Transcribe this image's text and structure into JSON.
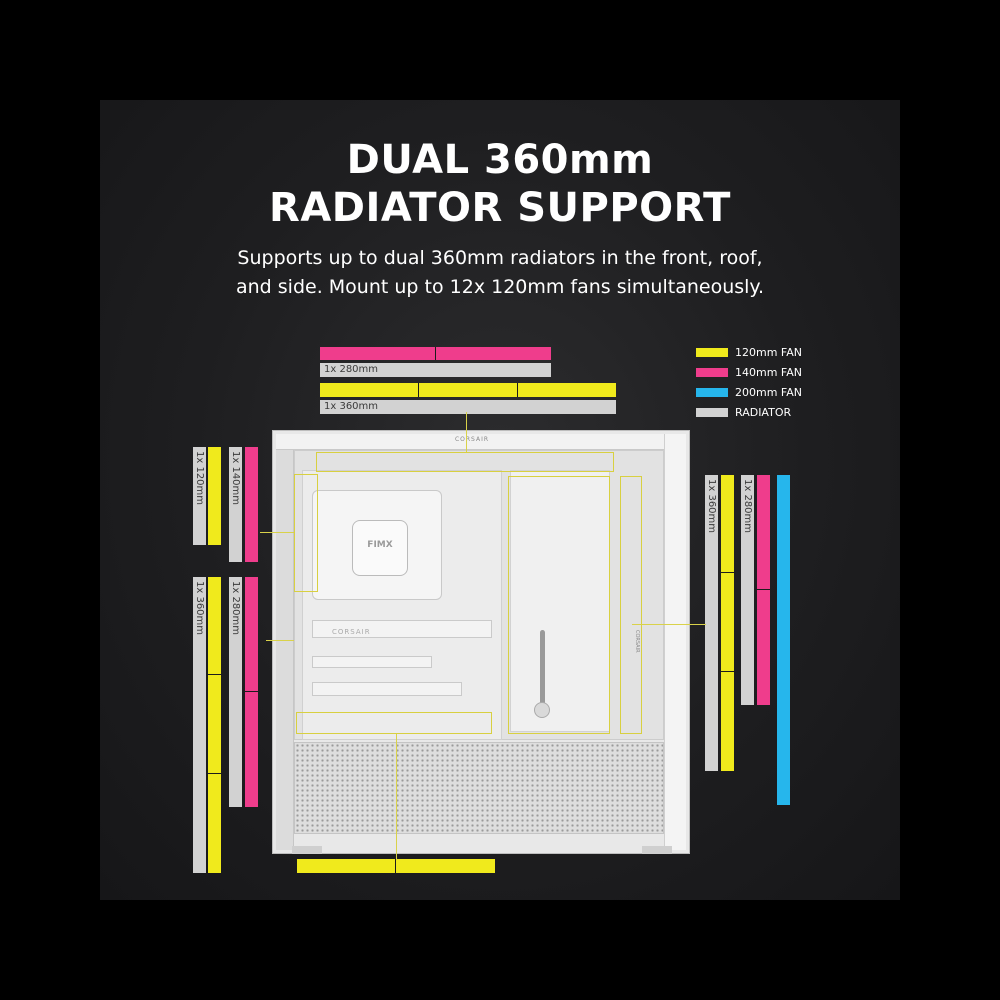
{
  "headline": {
    "line1": "DUAL 360mm",
    "line2": "RADIATOR SUPPORT"
  },
  "subtitle": {
    "line1": "Supports up to dual 360mm radiators in the front, roof,",
    "line2": "and side. Mount up to 12x 120mm fans simultaneously."
  },
  "legend": [
    {
      "label": "120mm FAN",
      "color": "#f0ea1c"
    },
    {
      "label": "140mm FAN",
      "color": "#ef3d8c"
    },
    {
      "label": "200mm FAN",
      "color": "#26b6ec"
    },
    {
      "label": "RADIATOR",
      "color": "#d2d2d2"
    }
  ],
  "labels": {
    "top_280": "1x 280mm",
    "top_360": "1x 360mm",
    "left_120": "1x 120mm",
    "left_140": "1x 140mm",
    "left_360": "1x 360mm",
    "left_280": "1x 280mm",
    "right_360": "1x 360mm",
    "right_280": "1x 280mm"
  },
  "case": {
    "brand_top": "CORSAIR",
    "brand_mid": "CORSAIR",
    "brand_side": "CORSAIR",
    "cooler_text": "FIMX"
  },
  "colors": {
    "fan_120": "#f0ea1c",
    "fan_140": "#ef3d8c",
    "fan_200": "#26b6ec",
    "radiator": "#d2d2d2",
    "background": "#1e1e20"
  }
}
